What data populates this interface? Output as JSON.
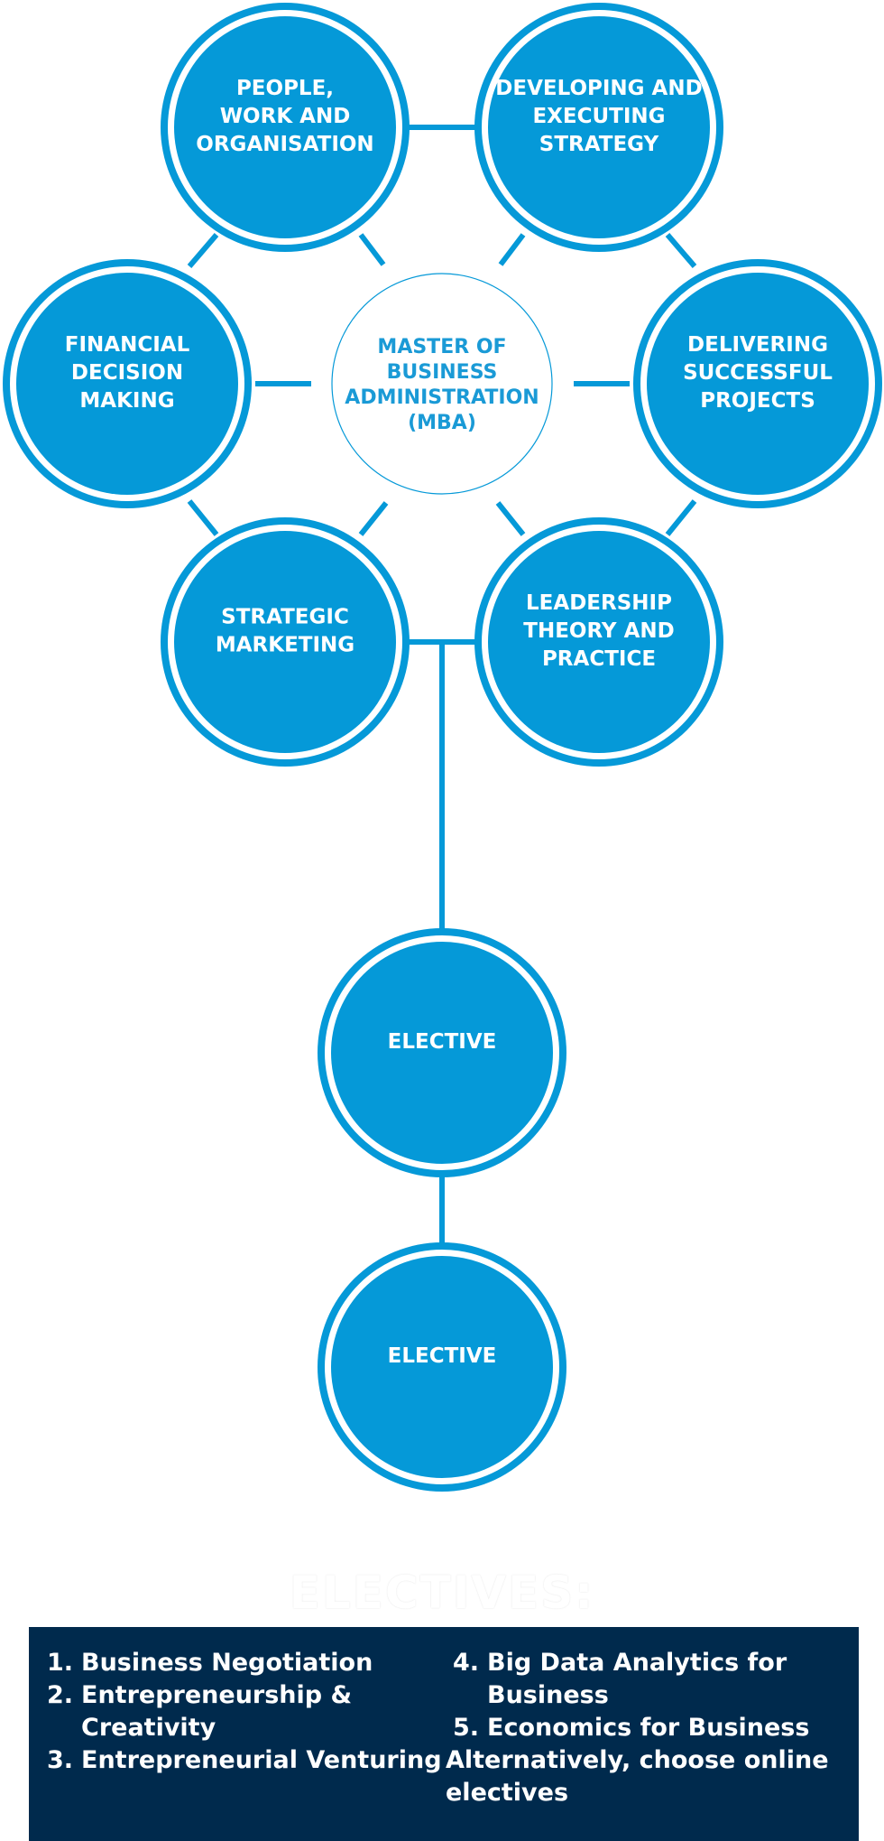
{
  "center": {
    "lines": [
      "MASTER OF",
      "BUSINESS",
      "ADMINISTRATION",
      "(MBA)"
    ]
  },
  "nodes": [
    {
      "id": "people-work-organisation",
      "lines": [
        "PEOPLE,",
        "WORK AND",
        "ORGANISATION"
      ]
    },
    {
      "id": "developing-executing-strategy",
      "lines": [
        "DEVELOPING AND",
        "EXECUTING",
        "STRATEGY"
      ]
    },
    {
      "id": "financial-decision-making",
      "lines": [
        "FINANCIAL",
        "DECISION",
        "MAKING"
      ]
    },
    {
      "id": "delivering-successful-projects",
      "lines": [
        "DELIVERING",
        "SUCCESSFUL",
        "PROJECTS"
      ]
    },
    {
      "id": "strategic-marketing",
      "lines": [
        "STRATEGIC",
        "MARKETING"
      ]
    },
    {
      "id": "leadership-theory-practice",
      "lines": [
        "LEADERSHIP",
        "THEORY AND",
        "PRACTICE"
      ]
    },
    {
      "id": "elective-1",
      "lines": [
        "ELECTIVE"
      ]
    },
    {
      "id": "elective-2",
      "lines": [
        "ELECTIVE"
      ]
    }
  ],
  "electives": {
    "heading": "ELECTIVES:",
    "left_items": [
      {
        "num": "1.",
        "lines": [
          "Business Negotiation"
        ]
      },
      {
        "num": "2.",
        "lines": [
          "Entrepreneurship &",
          "Creativity"
        ]
      },
      {
        "num": "3.",
        "lines": [
          "Entrepreneurial Venturing"
        ]
      }
    ],
    "right_items": [
      {
        "num": "4.",
        "lines": [
          "Big Data Analytics for",
          "Business"
        ]
      },
      {
        "num": "5.",
        "lines": [
          "Economics for Business"
        ]
      }
    ],
    "alternative": [
      "Alternatively, choose online",
      "electives"
    ]
  },
  "colors": {
    "node_fill": "#0599d8",
    "connector": "#0599d8",
    "center_text": "#1a9ad6",
    "electives_box": "#002a4d"
  }
}
